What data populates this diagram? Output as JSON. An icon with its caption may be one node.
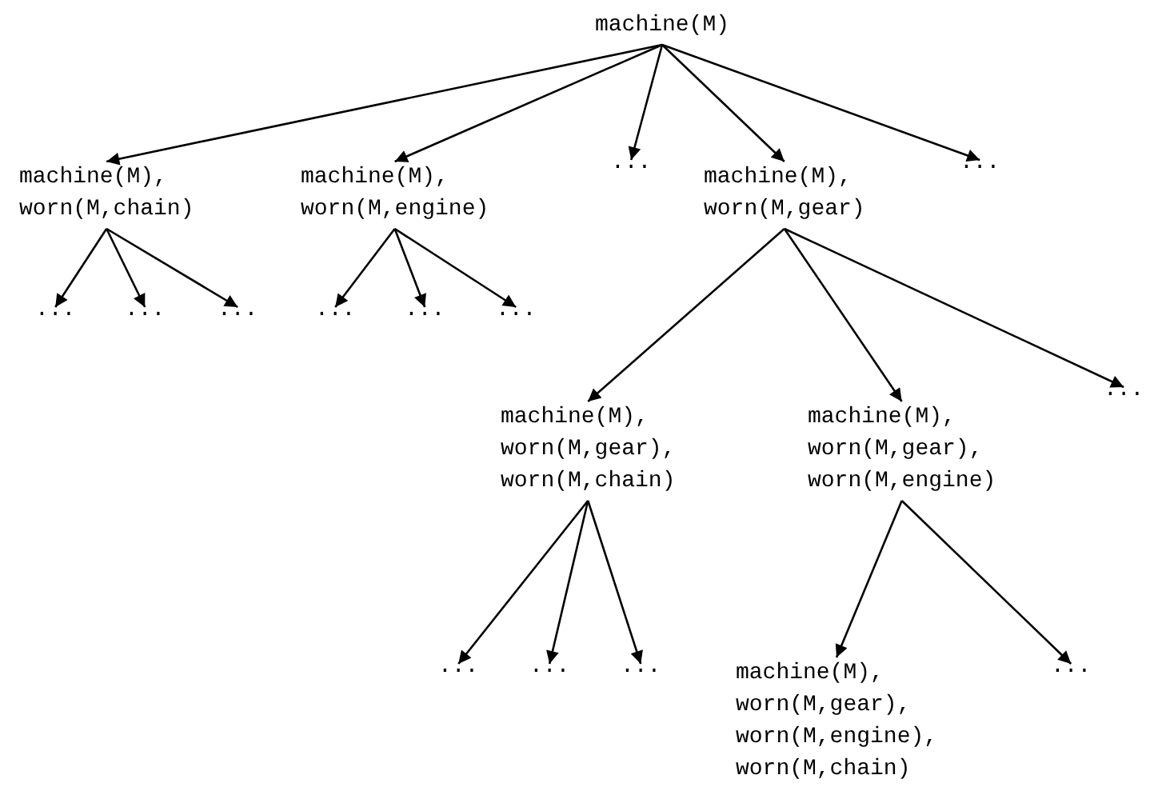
{
  "diagram": {
    "nodes": [
      {
        "text": [
          "machine(M)"
        ]
      },
      {
        "text": [
          "machine(M),",
          "worn(M,chain)"
        ]
      },
      {
        "text": [
          "machine(M),",
          "worn(M,engine)"
        ]
      },
      {
        "text": [
          "..."
        ]
      },
      {
        "text": [
          "machine(M),",
          "worn(M,gear)"
        ]
      },
      {
        "text": [
          "..."
        ]
      },
      {
        "text": [
          "..."
        ]
      },
      {
        "text": [
          "..."
        ]
      },
      {
        "text": [
          "..."
        ]
      },
      {
        "text": [
          "..."
        ]
      },
      {
        "text": [
          "..."
        ]
      },
      {
        "text": [
          "..."
        ]
      },
      {
        "text": [
          "machine(M),",
          "worn(M,gear),",
          "worn(M,chain)"
        ]
      },
      {
        "text": [
          "machine(M),",
          "worn(M,gear),",
          "worn(M,engine)"
        ]
      },
      {
        "text": [
          "..."
        ]
      },
      {
        "text": [
          "..."
        ]
      },
      {
        "text": [
          "..."
        ]
      },
      {
        "text": [
          "..."
        ]
      },
      {
        "text": [
          "machine(M),",
          "worn(M,gear),",
          "worn(M,engine),",
          "worn(M,chain)"
        ]
      },
      {
        "text": [
          "..."
        ]
      }
    ],
    "edges": [
      {
        "from": 0,
        "to": 1,
        "arrow": "to"
      },
      {
        "from": 0,
        "to": 2,
        "arrow": "to"
      },
      {
        "from": 0,
        "to": 3,
        "arrow": "to"
      },
      {
        "from": 0,
        "to": 4,
        "arrow": "to"
      },
      {
        "from": 0,
        "to": 5,
        "arrow": "to"
      },
      {
        "from": 1,
        "to": 6,
        "arrow": "to"
      },
      {
        "from": 1,
        "to": 7,
        "arrow": "to"
      },
      {
        "from": 1,
        "to": 8,
        "arrow": "to"
      },
      {
        "from": 2,
        "to": 9,
        "arrow": "to"
      },
      {
        "from": 2,
        "to": 10,
        "arrow": "to"
      },
      {
        "from": 2,
        "to": 11,
        "arrow": "to"
      },
      {
        "from": 4,
        "to": 12,
        "arrow": "to"
      },
      {
        "from": 4,
        "to": 13,
        "arrow": "to"
      },
      {
        "from": 4,
        "to": 14,
        "arrow": "to"
      },
      {
        "from": 12,
        "to": 15,
        "arrow": "to"
      },
      {
        "from": 12,
        "to": 16,
        "arrow": "to"
      },
      {
        "from": 12,
        "to": 17,
        "arrow": "to"
      },
      {
        "from": 13,
        "to": 18,
        "arrow": "to"
      },
      {
        "from": 13,
        "to": 19,
        "arrow": "to"
      }
    ]
  }
}
